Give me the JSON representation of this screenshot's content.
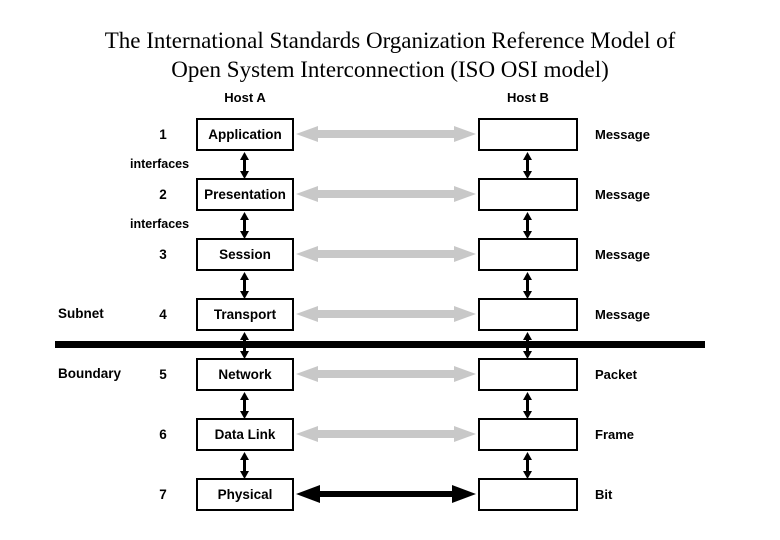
{
  "title": {
    "line1": "The International Standards Organization Reference Model of",
    "line2": "Open System Interconnection (ISO OSI model)"
  },
  "hosts": {
    "left": "Host A",
    "right": "Host B"
  },
  "side_labels": {
    "subnet": "Subnet",
    "boundary": "Boundary"
  },
  "interfaces": {
    "first": "interfaces",
    "second": "interfaces"
  },
  "colors": {
    "peer_arrow_gray": "#c8c8c8",
    "peer_arrow_black": "#000000",
    "box_border": "#000000",
    "text": "#000000",
    "background": "#ffffff"
  },
  "layers": [
    {
      "number": "1",
      "name": "Application",
      "pdu": "Message",
      "peer_arrow_color": "#c8c8c8"
    },
    {
      "number": "2",
      "name": "Presentation",
      "pdu": "Message",
      "peer_arrow_color": "#c8c8c8"
    },
    {
      "number": "3",
      "name": "Session",
      "pdu": "Message",
      "peer_arrow_color": "#c8c8c8"
    },
    {
      "number": "4",
      "name": "Transport",
      "pdu": "Message",
      "peer_arrow_color": "#c8c8c8"
    },
    {
      "number": "5",
      "name": "Network",
      "pdu": "Packet",
      "peer_arrow_color": "#c8c8c8"
    },
    {
      "number": "6",
      "name": "Data Link",
      "pdu": "Frame",
      "peer_arrow_color": "#c8c8c8"
    },
    {
      "number": "7",
      "name": "Physical",
      "pdu": "Bit",
      "peer_arrow_color": "#000000"
    }
  ],
  "right_boxes": [
    "",
    "",
    "",
    "",
    "",
    "",
    ""
  ]
}
